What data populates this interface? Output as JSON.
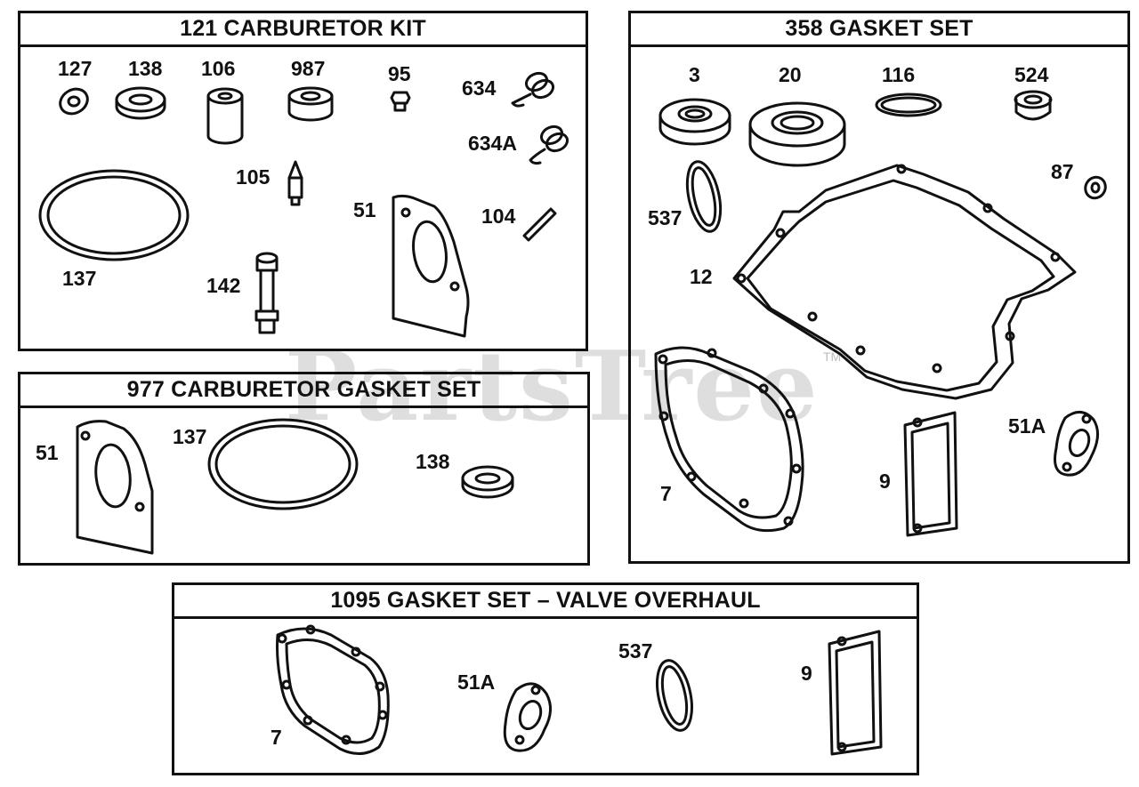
{
  "panels": {
    "carburetor_kit": {
      "title": "121 CARBURETOR KIT",
      "labels": {
        "p127": "127",
        "p138": "138",
        "p106": "106",
        "p987": "987",
        "p95": "95",
        "p634": "634",
        "p634a": "634A",
        "p105": "105",
        "p51": "51",
        "p104": "104",
        "p137": "137",
        "p142": "142"
      }
    },
    "carburetor_gasket_set": {
      "title": "977 CARBURETOR GASKET SET",
      "labels": {
        "p51": "51",
        "p137": "137",
        "p138": "138"
      }
    },
    "gasket_set": {
      "title": "358 GASKET SET",
      "labels": {
        "p3": "3",
        "p20": "20",
        "p116": "116",
        "p524": "524",
        "p87": "87",
        "p537": "537",
        "p12": "12",
        "p7": "7",
        "p9": "9",
        "p51a": "51A"
      }
    },
    "valve_overhaul": {
      "title": "1095 GASKET SET – VALVE OVERHAUL",
      "labels": {
        "p7": "7",
        "p51a": "51A",
        "p537": "537",
        "p9": "9"
      }
    }
  },
  "watermark": {
    "text": "PartsTree",
    "trademark": "TM"
  },
  "colors": {
    "ink": "#111111",
    "watermark": "#d9d9d9",
    "background": "#ffffff"
  }
}
